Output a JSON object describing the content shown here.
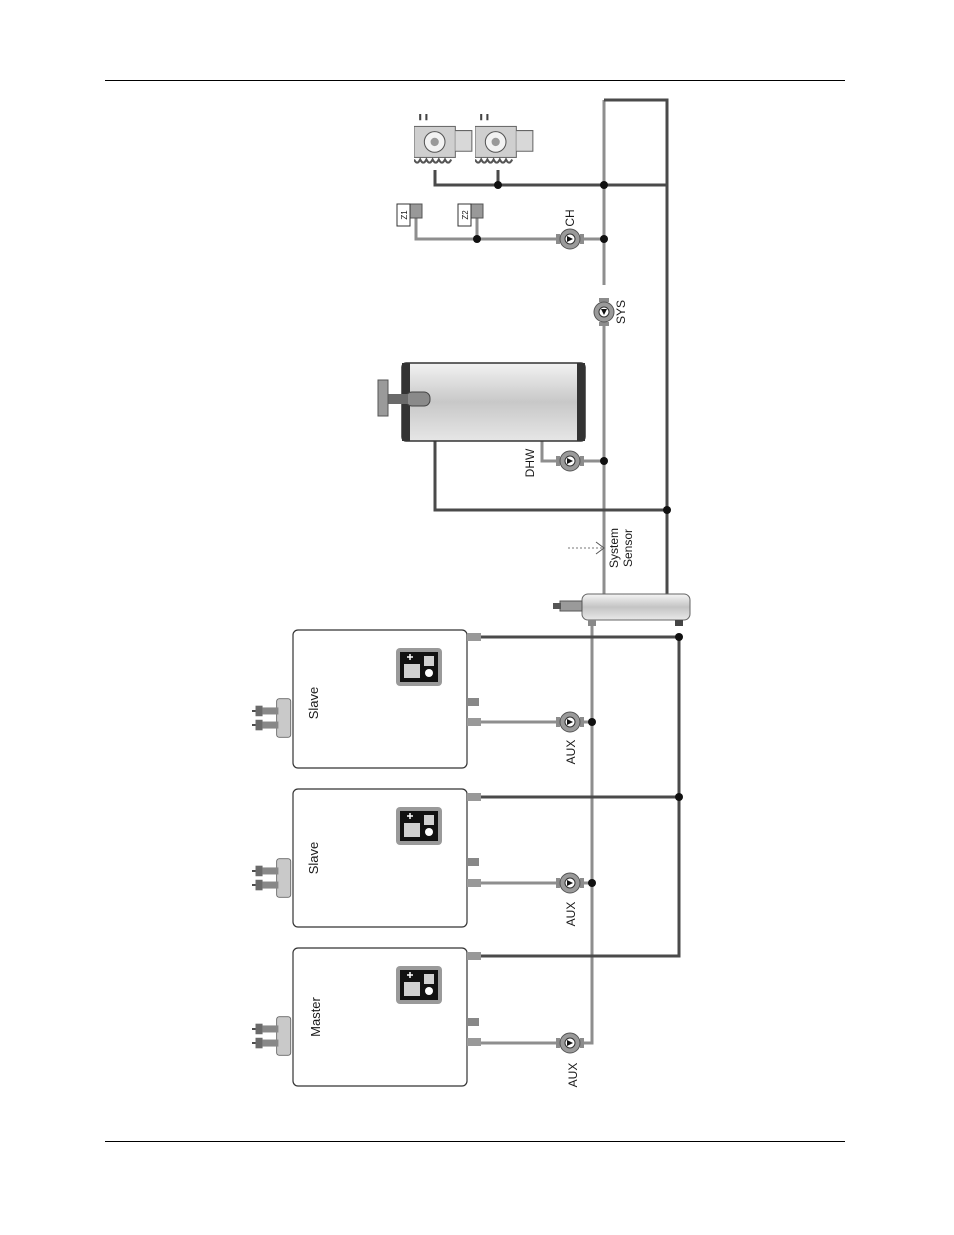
{
  "labels": {
    "boiler_master": "Master",
    "boiler_slave_1": "Slave",
    "boiler_slave_2": "Slave",
    "pump_aux_1": "AUX",
    "pump_aux_2": "AUX",
    "pump_aux_3": "AUX",
    "pump_dhw": "DHW",
    "pump_sys": "SYS",
    "pump_ch": "CH",
    "sensor_line_1": "System",
    "sensor_line_2": "Sensor",
    "zone_1": "Z1",
    "zone_2": "Z2"
  },
  "colors": {
    "pipe_supply": "#8e8e8e",
    "pipe_return": "#4a4a4a",
    "boiler_body": "#ffffff",
    "tank_body": "#d9d9d9"
  }
}
